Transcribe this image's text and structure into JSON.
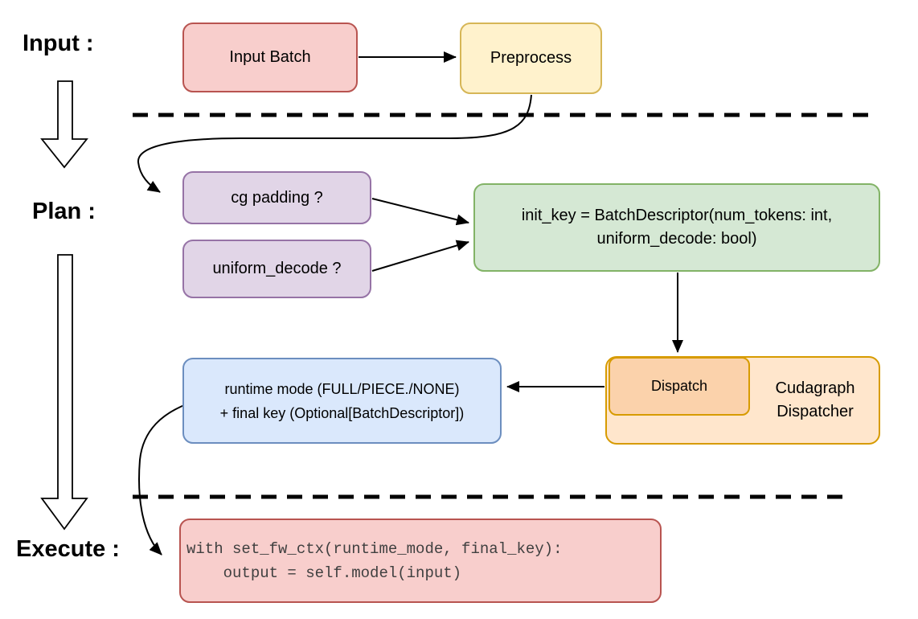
{
  "diagram": {
    "title_semantics": "vLLM cudagraph dispatching flow: Input -> Plan -> Execute",
    "stage_labels": {
      "input": "Input :",
      "plan": "Plan :",
      "execute": "Execute :"
    },
    "nodes": {
      "input_batch": {
        "label": "Input Batch"
      },
      "preprocess": {
        "label": "Preprocess"
      },
      "cg_padding": {
        "label": "cg padding ?"
      },
      "uniform_decode": {
        "label": "uniform_decode ?"
      },
      "init_key": {
        "line1": "init_key = BatchDescriptor(num_tokens: int,",
        "line2": "uniform_decode: bool)"
      },
      "runtime_mode": {
        "line1": "runtime mode (FULL/PIECE./NONE)",
        "line2": "+ final key (Optional[BatchDescriptor])"
      },
      "dispatch": {
        "label": "Dispatch"
      },
      "cudagraph_dispatcher": {
        "line1": "Cudagraph",
        "line2": "Dispatcher"
      },
      "execute_code": {
        "line1": "with set_fw_ctx(runtime_mode, final_key):",
        "line2": "    output = self.model(input)"
      }
    },
    "edges": [
      "input_batch -> preprocess",
      "preprocess -> cg_padding (curved, crosses input/plan divider)",
      "cg_padding -> init_key",
      "uniform_decode -> init_key",
      "init_key -> dispatch",
      "dispatch -> runtime_mode",
      "runtime_mode -> execute_code (curved, crosses plan/execute divider)",
      "input_stage -> plan_stage (hollow arrow)",
      "plan_stage -> execute_stage (hollow arrow)"
    ],
    "colors": {
      "red_fill": "#f8cecc",
      "red_border": "#b85450",
      "yellow_fill": "#fff2cc",
      "yellow_border": "#d6b656",
      "purple_fill": "#e1d5e7",
      "purple_border": "#9673a6",
      "green_fill": "#d5e8d4",
      "green_border": "#82b366",
      "blue_fill": "#dae8fc",
      "blue_border": "#6c8ebf",
      "orange_fill": "#ffe6cc",
      "orange_border": "#d79b00",
      "dispatch_fill": "#fbd2ab",
      "arrow_color": "#000000",
      "code_text": "#404040",
      "background": "#ffffff"
    }
  }
}
